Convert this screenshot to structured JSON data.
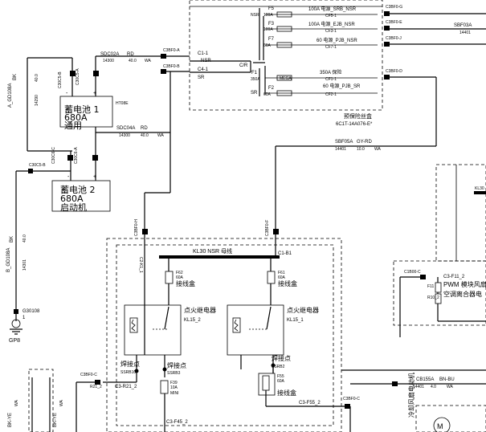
{
  "fuse_box_top": {
    "title": "预保险丝盒",
    "code": "6C1T-14A076-E*",
    "fuses": [
      {
        "id": "F5",
        "amp": "100A",
        "label": "100A 电源_SRB_NSR",
        "conn": "CF5-1"
      },
      {
        "id": "F3",
        "amp": "100A",
        "label": "100A 电源_EJB_NSR",
        "conn": "CF3-1"
      },
      {
        "id": "F7",
        "amp": "60A",
        "label": "60 电源_PJB_NSR",
        "conn": "CF7-1"
      },
      {
        "id": "F1",
        "amp": "350A",
        "label": "350A 保险",
        "conn": "CF1-1"
      },
      {
        "id": "F2",
        "amp": "60A",
        "label": "60 电源_PJB_SR",
        "conn": "CF2-1"
      }
    ],
    "ns_label": "NSR",
    "sr_label": "SR",
    "cr_label": "C/R",
    "c1": "C1-1",
    "c4": "C4-1",
    "nsr": "NSR",
    "sr": "SR",
    "mega": "MEGA",
    "right_conns": [
      "C3BF0-G",
      "C3BF0-E",
      "C3BF0-J",
      "C3BF0-D"
    ]
  },
  "top_right": {
    "wire": "SBF03A",
    "gauge": "14401"
  },
  "battery1": {
    "name": "蓄电池 1",
    "amp": "680A",
    "use": "通用",
    "code": "HT08E",
    "pos": "+",
    "neg": "-",
    "conn_a": "C3BF0-A",
    "conn_b": "C3BF0-B",
    "wire1": "SDC02A",
    "wire1_color": "RD",
    "wire1_gauge": "14300",
    "wire1_size": "40.0",
    "wire1_wa": "WA",
    "wire2": "SDC04A",
    "wire2_color": "RD",
    "wire2_gauge": "14300",
    "wire2_size": "40.0",
    "wire2_wa": "WA",
    "left_wire": "A_GD108A",
    "left_color": "BK",
    "left_size": "40.0",
    "left_gauge": "14290",
    "conn_l": "C30C5-B",
    "conn_r": "C30C5-A"
  },
  "battery2": {
    "name": "蓄电池 2",
    "amp": "680A",
    "use": "启动机",
    "pos": "+",
    "neg": "-",
    "conn_l": "C30C6-C",
    "conn_r": "C30C6-A",
    "wire": "B_GD108A",
    "wire_color": "BK",
    "wire_size": "40.0",
    "wire_gauge": "14301"
  },
  "ground": {
    "code": "G30108",
    "pin": "1",
    "name": "GP8"
  },
  "mid_wire": {
    "wire": "SBF05A",
    "color": "GY-RD",
    "gauge": "14401",
    "size": "10.0",
    "wa": "WA"
  },
  "relay_box": {
    "bus_label": "KL30 NSR 母线",
    "c_left": "C2-K1_1",
    "c_right": "C1-B1",
    "conn_left": "C3BF0-H",
    "conn_right": "C3BF0-F",
    "fuse_left": {
      "id": "F62",
      "amp": "60A",
      "label": "接线盒"
    },
    "fuse_right": {
      "id": "F61",
      "amp": "60A",
      "label": "接线盒"
    },
    "relay_left": {
      "name": "点火继电器",
      "code": "KL15_2"
    },
    "relay_right": {
      "name": "点火继电器",
      "code": "KL15_1"
    },
    "splice_left": {
      "name": "焊接点",
      "code": "SSRB10"
    },
    "splice_mid": {
      "name": "焊接点",
      "code": "SSRB3"
    },
    "splice_right": {
      "name": "焊接点",
      "code": "SSRB2"
    },
    "fuse_f39": {
      "id": "F39",
      "amp": "10A",
      "type": "MINI"
    },
    "fuse_f55": {
      "id": "F55",
      "amp": "60A",
      "label": "接线盒"
    },
    "c3_left": "C3-R21_2",
    "conn_r21": "C3BF0-C",
    "r21": "R21_2",
    "c3_bottom": "C3-F45_2",
    "c3_f55": "C3-F55_2",
    "conn_f55": "C3BF0-C"
  },
  "right_panel": {
    "kl": "KL30",
    "conn": "C1B00-C",
    "c3": "C3-F11_2",
    "pwm": "PWM 模块风扇",
    "ac": "空调离合器电",
    "f11": "F11",
    "r10": "R10_2"
  },
  "bottom": {
    "wire": "CB155A",
    "color": "BN-BU",
    "gauge": "14401",
    "size": "4.0",
    "wa": "WA",
    "motor": "冷却风扇电动机",
    "wire_l1": "BK-YE",
    "wire_l2": "WA",
    "wire_l3": "BK-YE",
    "wire_l4": "WA"
  }
}
